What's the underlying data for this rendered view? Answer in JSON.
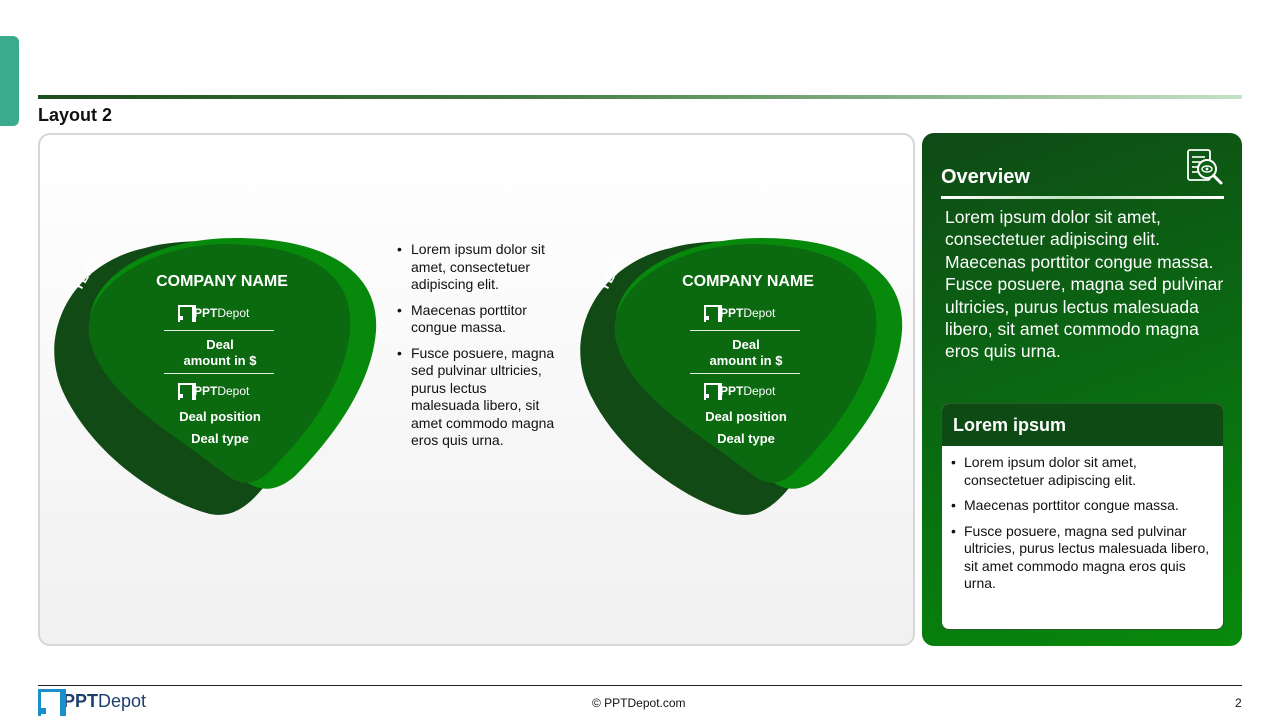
{
  "slide": {
    "title": "Layout 2",
    "copyright": "© PPTDepot.com",
    "page_number": "2"
  },
  "brand": {
    "ppt": "PPT",
    "depot": "Depot",
    "colors": {
      "dark_green": "#0f4a16",
      "mid_green": "#0a6a12",
      "bright_green": "#078a0b",
      "teal_tab": "#3aab8c",
      "logo_blue": "#1a8fc9"
    }
  },
  "cards": [
    {
      "year": "YEAR",
      "company": "COMPANY NAME",
      "deal_amount": "Deal\namount in $",
      "deal_position": "Deal position",
      "deal_type": "Deal type"
    },
    {
      "year": "YEAR",
      "company": "COMPANY NAME",
      "deal_amount": "Deal\namount in $",
      "deal_position": "Deal position",
      "deal_type": "Deal type"
    }
  ],
  "middle_bullets": [
    "Lorem ipsum dolor sit amet, consectetuer adipiscing elit.",
    "Maecenas porttitor congue massa.",
    "Fusce posuere, magna sed pulvinar ultricies, purus lectus malesuada libero, sit amet commodo magna eros quis urna."
  ],
  "overview": {
    "title": "Overview",
    "icon": "document-search-icon",
    "text": "Lorem ipsum dolor sit amet, consectetuer adipiscing elit. Maecenas porttitor congue massa. Fusce posuere, magna sed pulvinar ultricies, purus lectus malesuada libero, sit amet commodo magna eros quis urna."
  },
  "lorem_card": {
    "title": "Lorem ipsum",
    "bullets": [
      "Lorem ipsum dolor sit amet, consectetuer adipiscing elit.",
      "Maecenas porttitor congue massa.",
      "Fusce posuere, magna sed pulvinar ultricies, purus lectus malesuada libero, sit amet commodo magna eros quis urna."
    ]
  }
}
